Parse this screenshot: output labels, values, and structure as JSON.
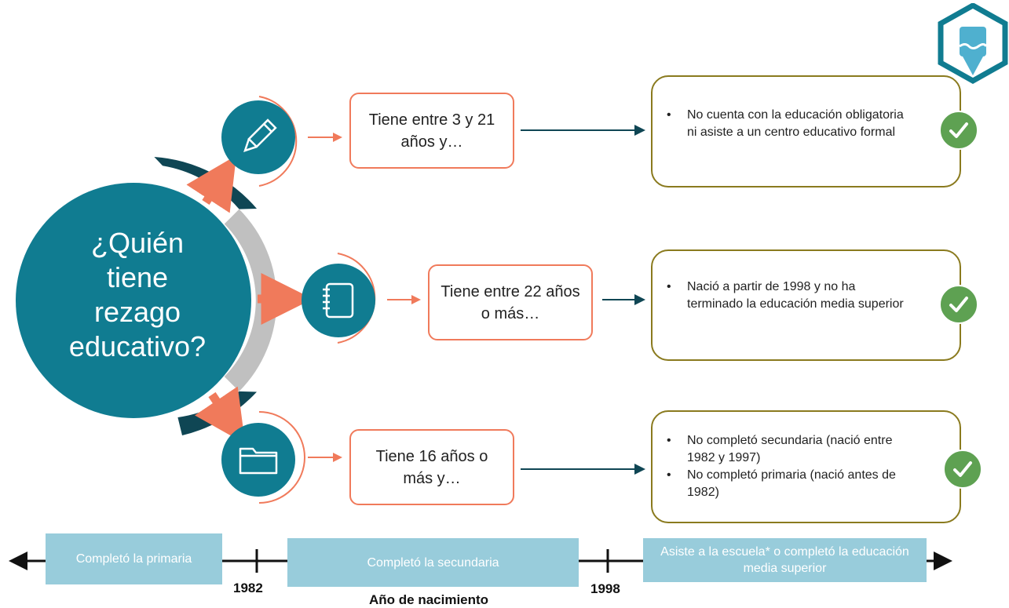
{
  "center": {
    "lines": [
      "¿Quién",
      "tiene",
      "rezago",
      "educativo?"
    ]
  },
  "rows": [
    {
      "icon": "pencil-icon",
      "age": "Tiene entre 3 y 21 años y…",
      "conditions": [
        "No cuenta con la educación obligatoria ni asiste a un centro educativo formal"
      ]
    },
    {
      "icon": "notebook-icon",
      "age": "Tiene entre 22 años o más…",
      "conditions": [
        "Nació a partir de 1998 y no ha terminado la educación media superior"
      ]
    },
    {
      "icon": "folder-icon",
      "age": "Tiene 16 años o más y…",
      "conditions": [
        "No completó secundaria (nació entre 1982 y 1997)",
        "No completó primaria (nació antes de 1982)"
      ]
    }
  ],
  "timeline": {
    "segments": [
      "Completó la primaria",
      "Completó la secundaria",
      "Asiste a la escuela* o completó la educación media superior"
    ],
    "years": [
      "1982",
      "1998"
    ],
    "axis_title": "Año de nacimiento"
  },
  "logo": "pencil-hexagon-logo",
  "colors": {
    "teal": "#107c91",
    "dark_teal": "#0f4654",
    "grey_arc": "#c0c0c0",
    "coral": "#f07a5b",
    "olive": "#8a7a1e",
    "green": "#5ea152",
    "timeline_blue": "#98ccdb"
  }
}
